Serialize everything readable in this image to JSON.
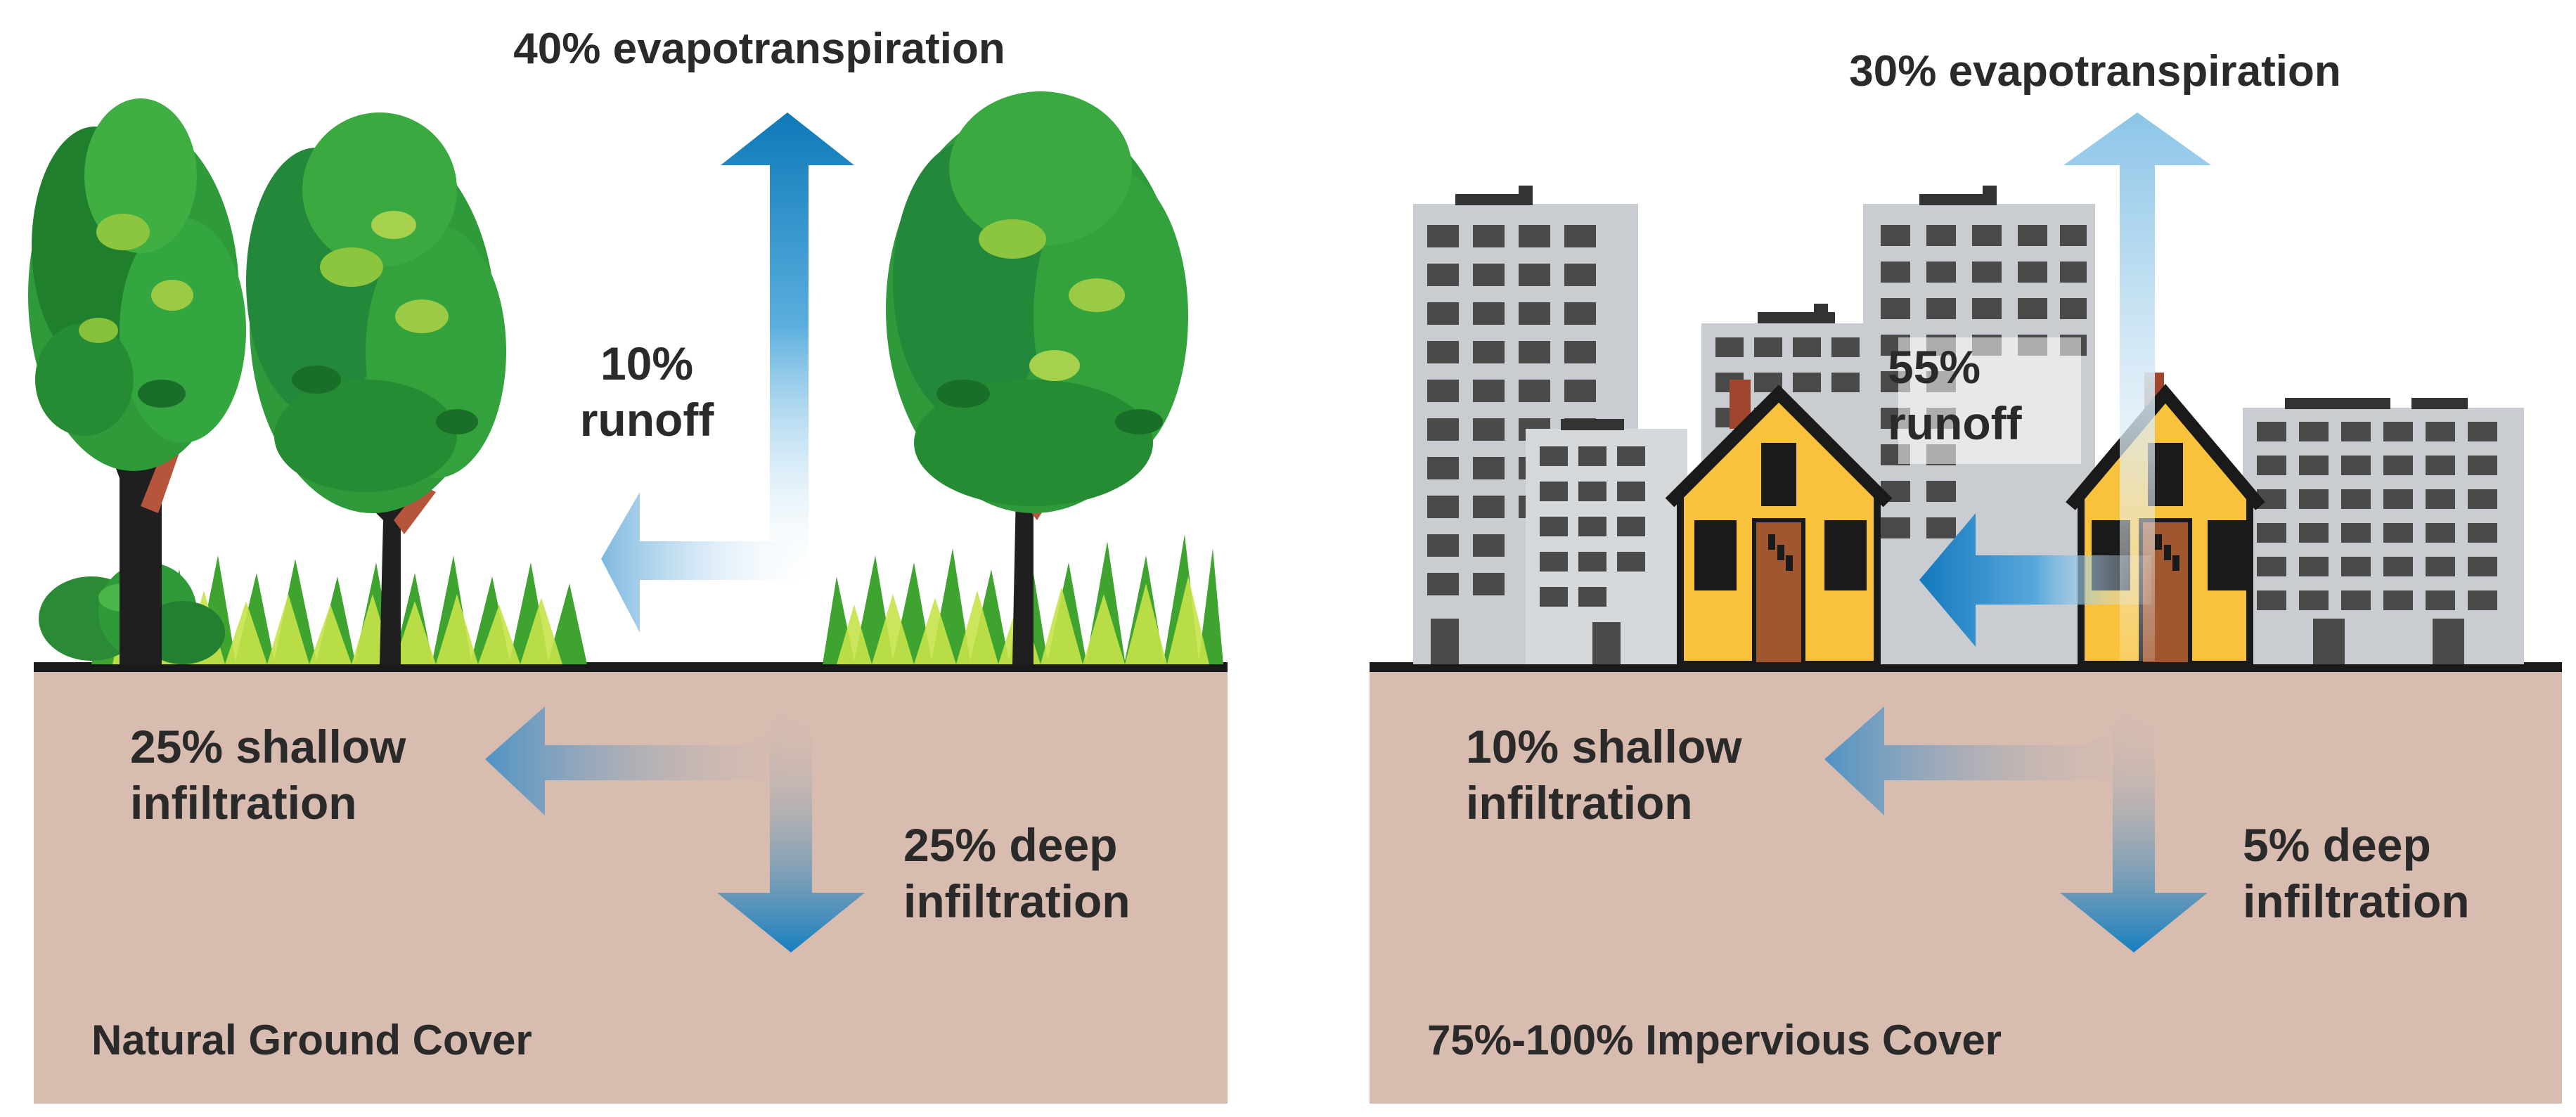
{
  "natural": {
    "evapotranspiration": "40% evapotranspiration",
    "runoff_pct": "10%",
    "runoff_word": "runoff",
    "shallow_line1": "25% shallow",
    "shallow_line2": "infiltration",
    "deep_line1": "25% deep",
    "deep_line2": "infiltration",
    "cover": "Natural Ground Cover"
  },
  "impervious": {
    "evapotranspiration": "30% evapotranspiration",
    "runoff_pct": "55%",
    "runoff_word": "runoff",
    "shallow_line1": "10% shallow",
    "shallow_line2": "infiltration",
    "deep_line1": "5% deep",
    "deep_line2": "infiltration",
    "cover": "75%-100% Impervious Cover"
  },
  "colors": {
    "soil": "#d8bcb0",
    "ground_line": "#1a1a1a",
    "arrow_blue": "#1e86c0",
    "tree_green": "#2e9a3a",
    "grass_green": "#3fa32f",
    "building_gray": "#c9cdd1",
    "window_dark": "#4a4a4a",
    "house_yellow": "#f8c23c",
    "door_brown": "#a0562e"
  }
}
